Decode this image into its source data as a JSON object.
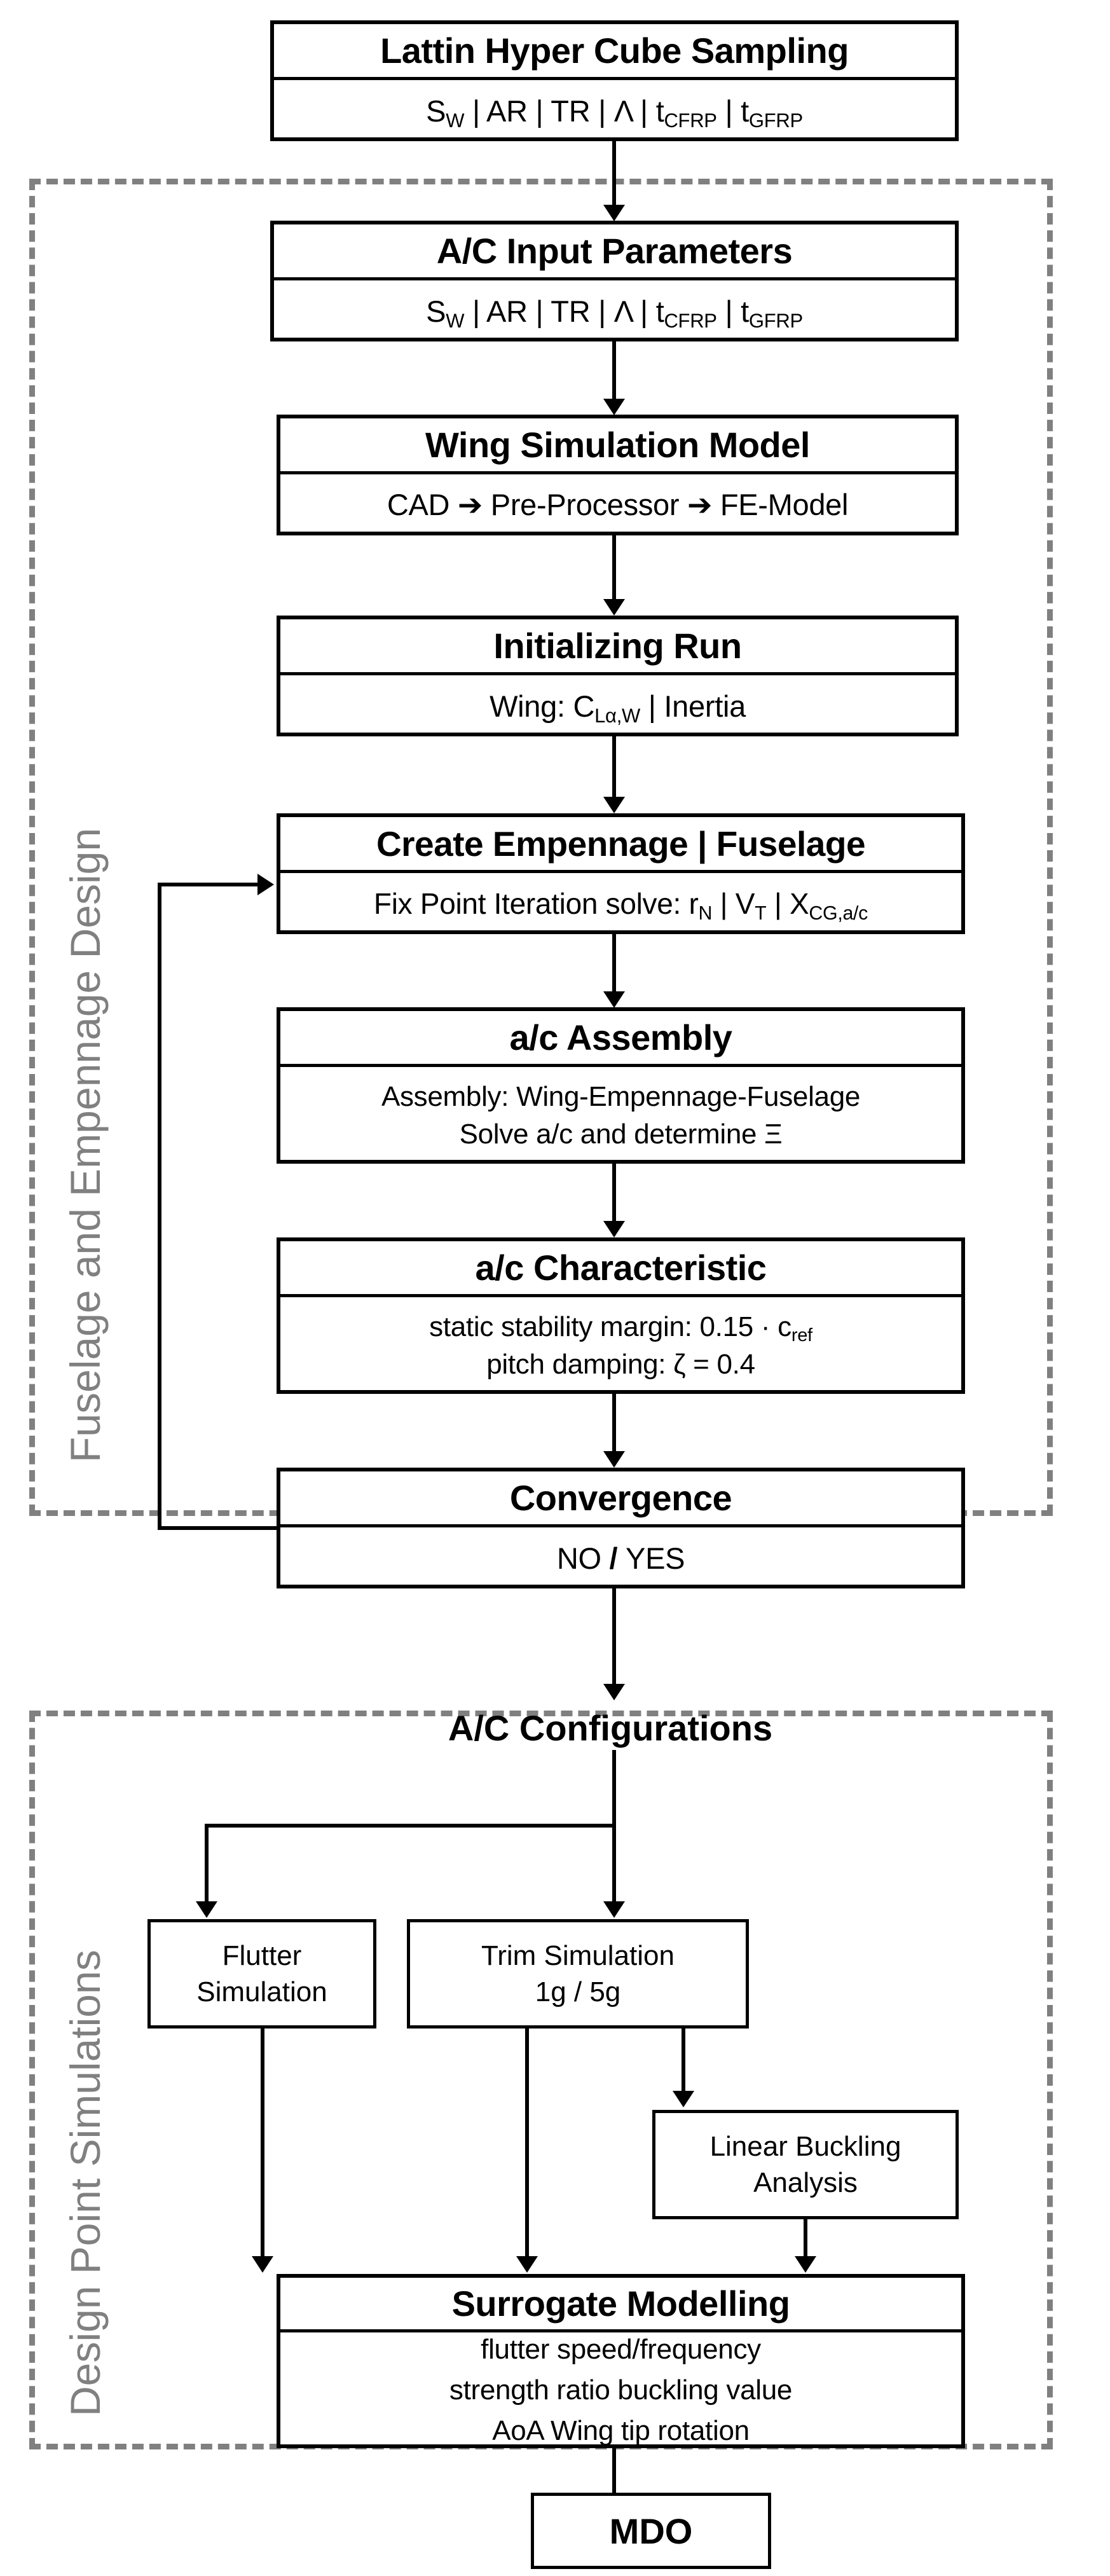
{
  "diagram": {
    "title": "Aircraft MDO process flowchart",
    "accent_color": "#000000",
    "group_color": "#808080"
  },
  "groups": [
    {
      "label": "Fuselage and Empennage Design"
    },
    {
      "label": "Design Point Simulations"
    }
  ],
  "nodes": {
    "lhs": {
      "header": "Lattin Hyper Cube Sampling",
      "body_line1_pre": "S",
      "body_line1_sub": "W",
      "body_line1_mid": " | AR | TR | Λ | t",
      "body_line1_sub2": "CFRP",
      "body_line1_mid2": " | t",
      "body_line1_sub3": "GFRP"
    },
    "input": {
      "header": "A/C Input Parameters",
      "body_line1_pre": "S",
      "body_line1_sub": "W",
      "body_line1_mid": " | AR | TR | Λ | t",
      "body_line1_sub2": "CFRP",
      "body_line1_mid2": " | t",
      "body_line1_sub3": "GFRP"
    },
    "wing_sim": {
      "header": "Wing Simulation Model",
      "body_line1": "CAD ➔ Pre-Processor ➔ FE-Model"
    },
    "init_run": {
      "header": "Initializing Run",
      "body_pre": "Wing: C",
      "body_sub": "Lα,W",
      "body_post": " | Inertia"
    },
    "empennage": {
      "header": "Create Empennage | Fuselage",
      "body_pre": "Fix Point Iteration solve: r",
      "body_sub1": "N",
      "body_mid1": " | V",
      "body_sub2": "T",
      "body_mid2": " | X",
      "body_sub3": "CG,a/c"
    },
    "assembly": {
      "header": "a/c Assembly",
      "body_line1": "Assembly: Wing-Empennage-Fuselage",
      "body_line2": "Solve a/c and determine Ξ"
    },
    "characteristic": {
      "header": "a/c Characteristic",
      "body_line1_pre": "static stability margin: 0.15 · c",
      "body_line1_sub": "ref",
      "body_line2": "pitch damping: ζ = 0.4"
    },
    "convergence": {
      "header": "Convergence",
      "body_no": "NO",
      "body_sep": " / ",
      "body_yes": "YES"
    },
    "ac_config_label": "A/C Configurations",
    "flutter": {
      "line1": "Flutter",
      "line2": "Simulation"
    },
    "trim": {
      "line1": "Trim Simulation",
      "line2": "1g / 5g"
    },
    "buckling": {
      "line1": "Linear Buckling",
      "line2": "Analysis"
    },
    "surrogate": {
      "header": "Surrogate Modelling",
      "body_line1": "flutter speed/frequency",
      "body_line2": "strength ratio    buckling value",
      "body_line3": "AoA   Wing tip rotation"
    },
    "mdo": {
      "label": "MDO"
    }
  }
}
